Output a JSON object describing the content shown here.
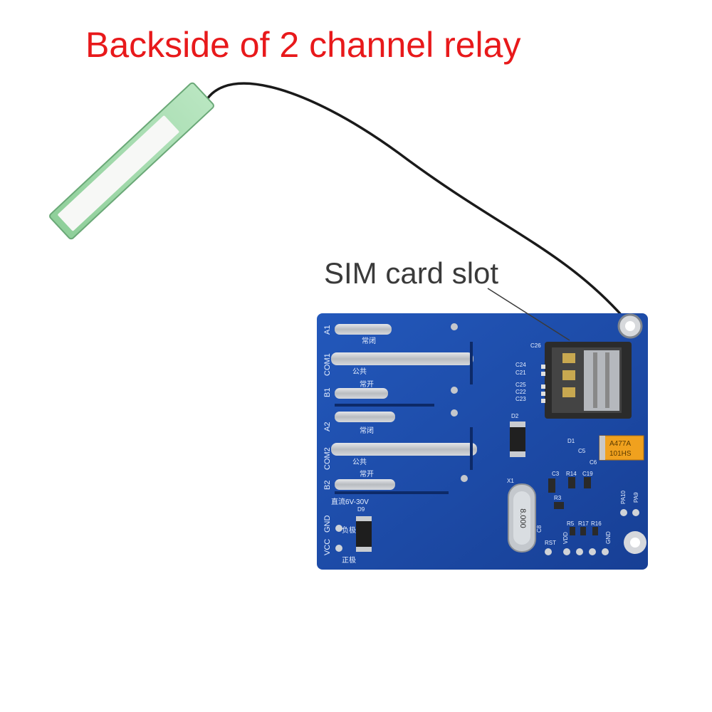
{
  "caption": {
    "title": "Backside of 2 channel relay",
    "annotation": "SIM card slot"
  },
  "board_silkscreen": {
    "terminal_labels": [
      "A1",
      "COM1",
      "B1",
      "A2",
      "COM2",
      "B2"
    ],
    "terminal_cn_labels": [
      "常闭",
      "公共",
      "常开",
      "常闭",
      "公共",
      "常开"
    ],
    "power_labels": [
      "GND",
      "VCC"
    ],
    "power_cn_labels": [
      "负极",
      "正极"
    ],
    "voltage_range": "直流6V-30V",
    "component_refs": [
      "C26",
      "C24",
      "C21",
      "C25",
      "C22",
      "C23",
      "D2",
      "D1",
      "C5",
      "C6",
      "C3",
      "R14",
      "C19",
      "R3",
      "X1",
      "D9",
      "C8",
      "R5",
      "R17",
      "R16",
      "RST",
      "VDD",
      "GND",
      "PA10",
      "PA9"
    ],
    "crystal_marking": "8.000",
    "capacitor_marking": [
      "A477A",
      "101HS"
    ]
  },
  "colors": {
    "title": "#e8191b",
    "annotation": "#3a3a3a",
    "pcb": "#1d4fae",
    "solder": "#c9ccd0"
  }
}
